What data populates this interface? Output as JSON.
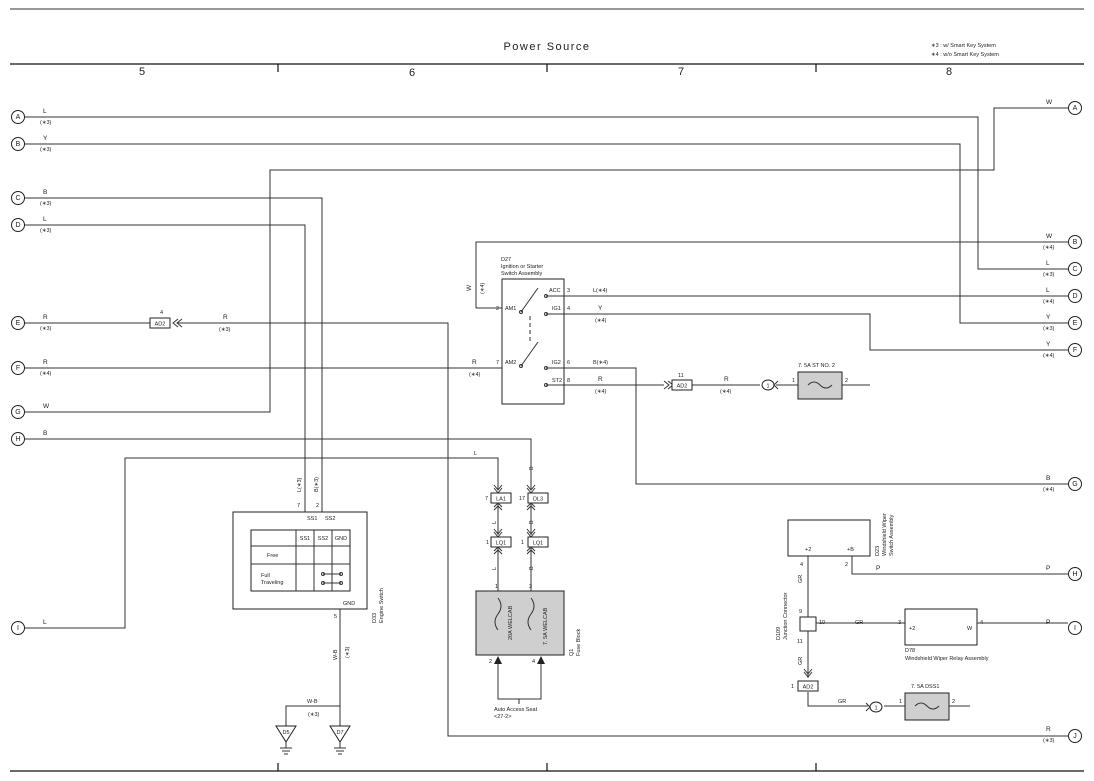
{
  "header": {
    "title": "Power Source",
    "legend": [
      "∗3 : w/ Smart Key System",
      "∗4 : w/o Smart Key System"
    ],
    "columns": [
      "5",
      "6",
      "7",
      "8"
    ]
  },
  "terminals_left": [
    {
      "id": "A",
      "wire": "L",
      "note": "(∗3)"
    },
    {
      "id": "B",
      "wire": "Y",
      "note": "(∗3)"
    },
    {
      "id": "C",
      "wire": "B",
      "note": "(∗3)"
    },
    {
      "id": "D",
      "wire": "L",
      "note": "(∗3)"
    },
    {
      "id": "E",
      "wire": "R",
      "note": "(∗3)"
    },
    {
      "id": "F",
      "wire": "R",
      "note": "(∗4)"
    },
    {
      "id": "G",
      "wire": "W",
      "note": ""
    },
    {
      "id": "H",
      "wire": "B",
      "note": ""
    },
    {
      "id": "I",
      "wire": "L",
      "note": ""
    }
  ],
  "terminals_right": [
    {
      "id": "A",
      "wire": "W",
      "note": ""
    },
    {
      "id": "B",
      "wire": "W",
      "note": "(∗4)"
    },
    {
      "id": "C",
      "wire": "L",
      "note": "(∗3)"
    },
    {
      "id": "D",
      "wire": "L",
      "note": "(∗4)"
    },
    {
      "id": "E",
      "wire": "Y",
      "note": "(∗3)"
    },
    {
      "id": "F",
      "wire": "Y",
      "note": "(∗4)"
    },
    {
      "id": "G",
      "wire": "B",
      "note": "(∗4)"
    },
    {
      "id": "H",
      "wire": "P",
      "note": ""
    },
    {
      "id": "I",
      "wire": "P",
      "note": ""
    },
    {
      "id": "J",
      "wire": "R",
      "note": "(∗3)"
    }
  ],
  "ignition": {
    "code": "D27",
    "name1": "Ignition or Starter",
    "name2": "Switch Assembly",
    "pins": [
      "ACC",
      "IG1",
      "AM1",
      "AM2",
      "IG2",
      "ST2"
    ],
    "pin_nums": [
      "3",
      "4",
      "2",
      "7",
      "6",
      "8"
    ],
    "w_label": "W",
    "w_note": "(∗4)",
    "acc_out": "L(∗4)",
    "ig1_out": "Y",
    "ig1_note": "(∗4)",
    "ig2_out": "B(∗4)",
    "st2_out": "R",
    "st2_note": "(∗4)",
    "am2_in": "R",
    "am2_note": "(∗4)"
  },
  "e_line": {
    "wire": "R",
    "note": "(∗3)",
    "conn": "AD2",
    "conn_pin": "4"
  },
  "st2_conn": {
    "conn": "AD2",
    "pin": "11",
    "wire": "R",
    "note": "(∗4)",
    "junction": "1"
  },
  "fuse_st": {
    "name": "7. 5A ST NO. 2",
    "pin1": "1",
    "pin2": "2"
  },
  "engine_switch": {
    "code": "D33",
    "name": "Engine Switch",
    "pins": [
      "SS1",
      "SS2",
      "GND"
    ],
    "pin_nums": [
      "7",
      "2",
      "5"
    ],
    "wire1": "L(∗3)",
    "wire2": "B(∗3)",
    "table_head": [
      "SS1",
      "SS2",
      "GND"
    ],
    "rows": [
      "Free",
      "Full",
      "Traveling"
    ],
    "gnd_wire": "W-B",
    "gnd_note": "(∗3)"
  },
  "grounds": {
    "d5": "D5",
    "d7": "D7",
    "wire": "W-B",
    "note": "(∗3)"
  },
  "fuse_block": {
    "code": "Q1",
    "name": "Fuse Block",
    "fuse1": "20A WELCAB",
    "fuse2": "7. 5A WELCAB",
    "pin1": "1",
    "pin3": "3",
    "pin2": "2",
    "pin4": "4",
    "conn_la1": "LA1",
    "la1_pin": "7",
    "conn_dl3": "DL3",
    "dl3_pin": "17",
    "conn_lq1a": "LQ1",
    "lq1a_pin": "1",
    "conn_lq1b": "LQ1",
    "lq1b_pin": "1",
    "wire_l": "L",
    "wire_b": "B",
    "note": "Auto Access Seat",
    "note_ref": "<27-2>"
  },
  "wiper_switch": {
    "code": "D23",
    "name1": "Windshield Wiper",
    "name2": "Switch Assembly",
    "pin_plus2": "+2",
    "pin_plusb": "+B",
    "p4": "4",
    "p2": "2",
    "wire": "P",
    "gr": "GR"
  },
  "junction": {
    "code": "D109",
    "name": "Junction Connector",
    "p9": "9",
    "p10": "10",
    "p11": "11",
    "wire": "GR"
  },
  "relay": {
    "code": "D78",
    "name": "Windshield Wiper Relay Assembly",
    "p3": "3",
    "p4": "4",
    "plus2": "+2",
    "w": "W",
    "wire_in": "GR",
    "wire_out": "P"
  },
  "dss": {
    "name": "7. 5A DSS1",
    "pin1": "1",
    "pin2": "2",
    "conn": "AD2",
    "conn_pin": "1",
    "wire": "GR",
    "junction": "1"
  },
  "colors": {
    "line": "#333333",
    "fuse_fill": "#cfcfcf"
  }
}
